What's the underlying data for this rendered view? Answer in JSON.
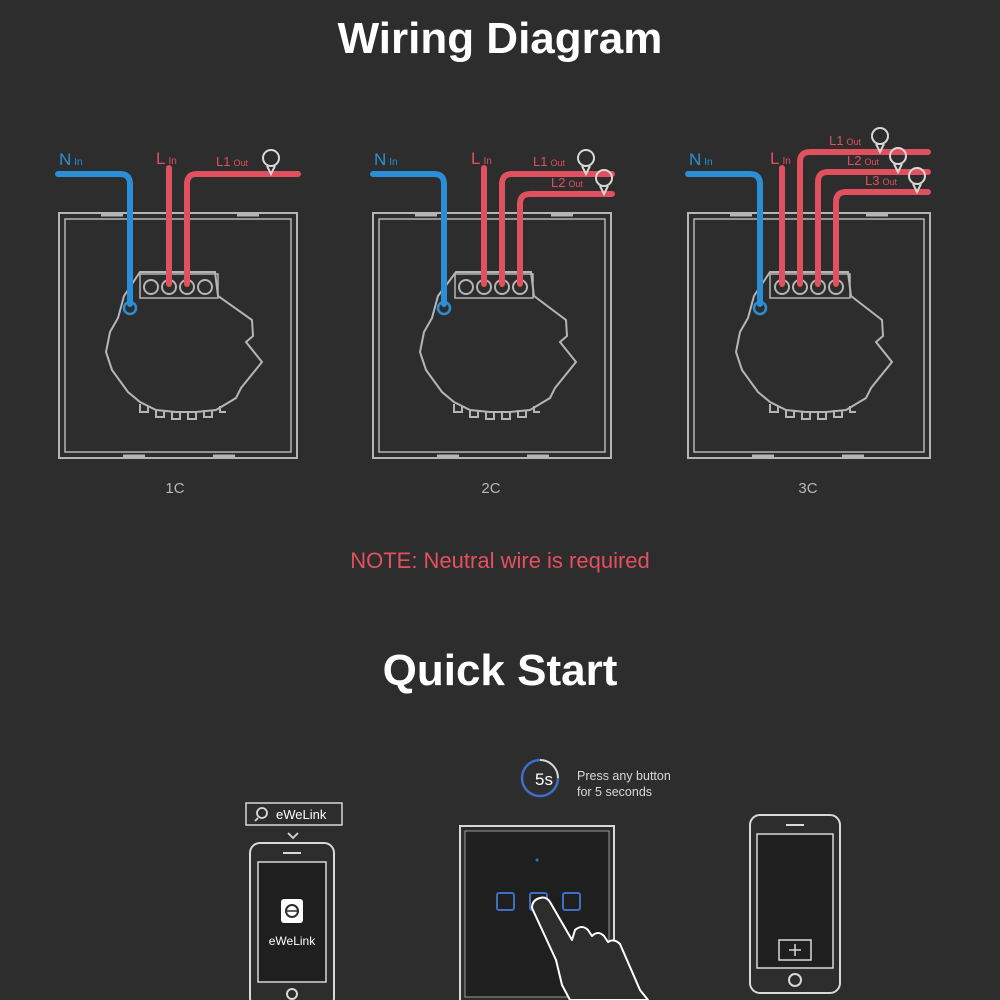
{
  "headings": {
    "wiring": "Wiring Diagram",
    "quick_start": "Quick Start"
  },
  "note": "NOTE: Neutral wire is required",
  "wire_labels": {
    "neutral_main": "N",
    "neutral_sub": "In",
    "live_main": "L",
    "live_sub": "In",
    "out_sub": "Out",
    "l1": "L1",
    "l2": "L2",
    "l3": "L3"
  },
  "diagrams": [
    {
      "caption": "1C",
      "gangs": 1
    },
    {
      "caption": "2C",
      "gangs": 2
    },
    {
      "caption": "3C",
      "gangs": 3
    }
  ],
  "steps": {
    "search_app": "eWeLink",
    "app_name": "eWeLink",
    "timer": "5s",
    "instruction_line1": "Press any button",
    "instruction_line2": "for 5 seconds"
  },
  "colors": {
    "background": "#2d2d2e",
    "neutral_wire": "#2a8fd6",
    "live_wire": "#e0505e",
    "outline": "#b5b5b5",
    "note": "#e5505e",
    "touch_button": "#3d6fc4"
  },
  "icons": [
    "bulb-icon",
    "search-icon",
    "chevron-down-icon",
    "ewelink-logo-icon",
    "hand-pointer-icon",
    "timer-icon",
    "add-device-icon"
  ]
}
